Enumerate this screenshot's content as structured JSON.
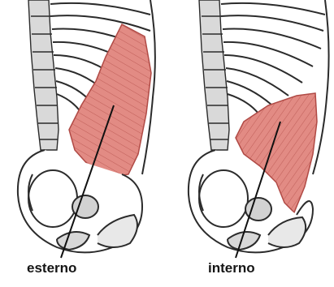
{
  "labels": {
    "left": "esterno",
    "right": "interno"
  },
  "colors": {
    "muscle_fill": "#e28b84",
    "muscle_stroke": "#b04a45",
    "bone_line": "#2b2b2b",
    "bone_shade": "#b8b8b8",
    "background": "#ffffff"
  },
  "icons": {
    "figure": "abdominal-oblique-muscles-illustration"
  }
}
